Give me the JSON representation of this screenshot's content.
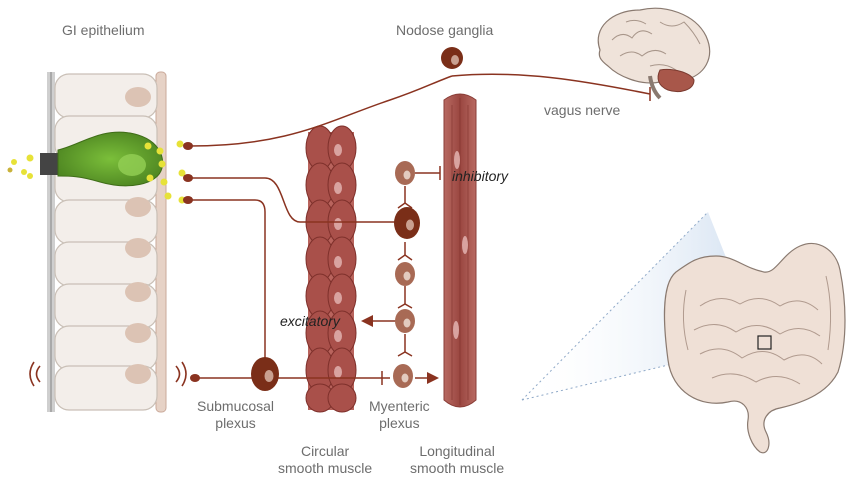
{
  "labels": {
    "gi_epithelium": "GI epithelium",
    "nodose_ganglia": "Nodose ganglia",
    "vagus_nerve": "vagus nerve",
    "inhibitory": "inhibitory",
    "excitatory": "excitatory",
    "submucosal_line1": "Submucosal",
    "submucosal_line2": "plexus",
    "myenteric_line1": "Myenteric",
    "myenteric_line2": "plexus",
    "circular_line1": "Circular",
    "circular_line2": "smooth muscle",
    "longitudinal_line1": "Longitudinal",
    "longitudinal_line2": "smooth muscle"
  },
  "colors": {
    "nerve": "#8a3320",
    "neuron_dark": "#7a2e18",
    "neuron_light": "#a86a55",
    "muscle": "#9c4a46",
    "muscle_light": "#c27570",
    "epithelium_fill": "#f3eeea",
    "epithelium_stroke": "#c9bfb6",
    "nucleus": "#dcc3b4",
    "eec_green": "#5f9a2a",
    "granule_yellow": "#e7e238",
    "brain": "#efe3da",
    "cerebellum": "#a8574a",
    "gut": "#efe0d6",
    "projection": "#c7d8ee"
  },
  "icons": {
    "brain": "brain-icon",
    "intestine": "intestine-icon"
  }
}
